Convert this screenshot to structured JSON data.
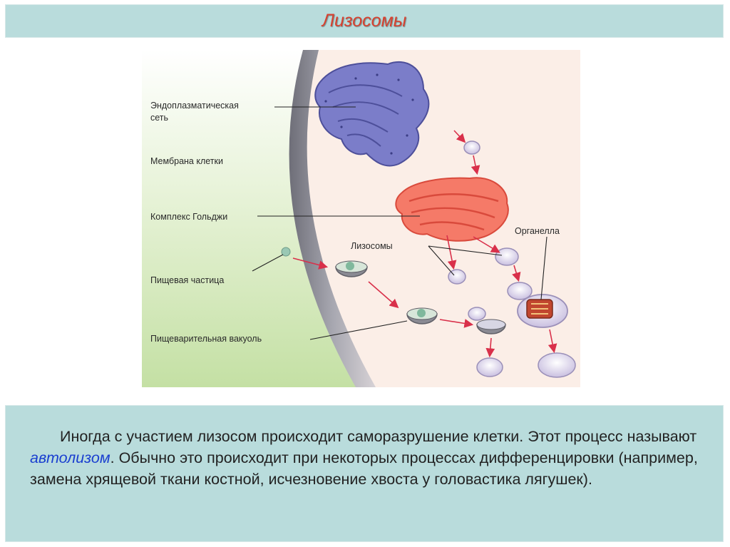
{
  "slide": {
    "title": "Лизосомы"
  },
  "diagram": {
    "labels": {
      "er": [
        "Эндоплазматическая",
        "сеть"
      ],
      "membrane": "Мембрана клетки",
      "golgi": "Комплекс Гольджи",
      "lysosomes": "Лизосомы",
      "organelle": "Органелла",
      "food_particle": "Пищевая частица",
      "digestive_vacuole": "Пищеварительная вакуоль"
    },
    "colors": {
      "er": "#6a6cc0",
      "golgi": "#f06a5a",
      "arrow": "#d9304a",
      "outside_bg": "#cfe7b3",
      "cytoplasm": "#fbeee7",
      "membrane": "#8c8c95"
    }
  },
  "caption": {
    "part1": "Иногда с участием лизосом происходит саморазрушение клетки. Этот процесс называют ",
    "highlight": "автолизом",
    "part2": ". Обычно это происходит при некоторых процессах дифференцировки (например, замена хрящевой ткани костной, исчезновение хвоста у головастика лягушек)."
  }
}
